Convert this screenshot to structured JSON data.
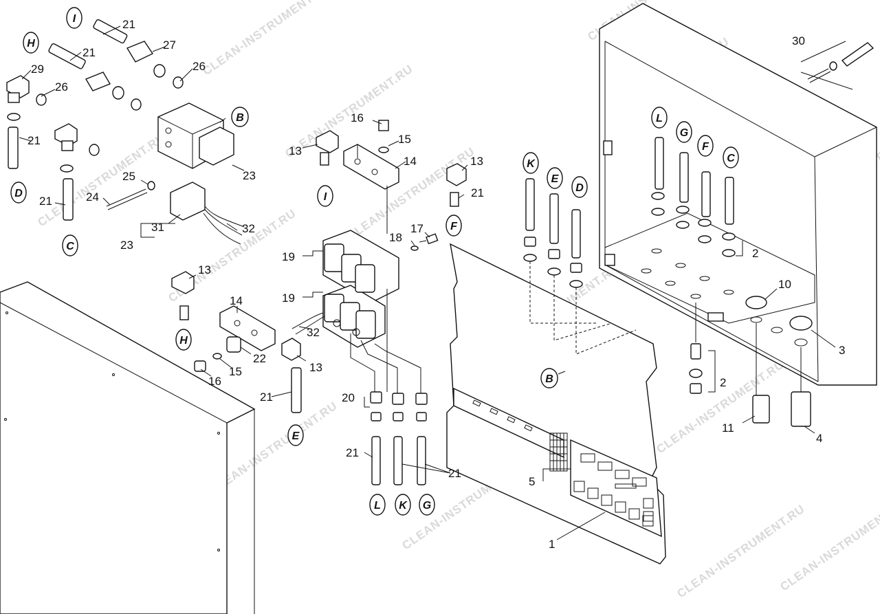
{
  "watermark": "CLEAN-INSTRUMENT.RU",
  "callouts": [
    {
      "n": "1"
    },
    {
      "n": "2"
    },
    {
      "n": "2"
    },
    {
      "n": "3"
    },
    {
      "n": "4"
    },
    {
      "n": "5"
    },
    {
      "n": "10"
    },
    {
      "n": "11"
    },
    {
      "n": "13"
    },
    {
      "n": "13"
    },
    {
      "n": "13"
    },
    {
      "n": "13"
    },
    {
      "n": "14"
    },
    {
      "n": "14"
    },
    {
      "n": "15"
    },
    {
      "n": "15"
    },
    {
      "n": "16"
    },
    {
      "n": "16"
    },
    {
      "n": "17"
    },
    {
      "n": "18"
    },
    {
      "n": "19"
    },
    {
      "n": "19"
    },
    {
      "n": "20"
    },
    {
      "n": "21"
    },
    {
      "n": "21"
    },
    {
      "n": "21"
    },
    {
      "n": "21"
    },
    {
      "n": "21"
    },
    {
      "n": "21"
    },
    {
      "n": "21"
    },
    {
      "n": "21"
    },
    {
      "n": "22"
    },
    {
      "n": "23"
    },
    {
      "n": "23"
    },
    {
      "n": "24"
    },
    {
      "n": "25"
    },
    {
      "n": "26"
    },
    {
      "n": "26"
    },
    {
      "n": "27"
    },
    {
      "n": "29"
    },
    {
      "n": "30"
    },
    {
      "n": "31"
    },
    {
      "n": "32"
    },
    {
      "n": "32"
    }
  ],
  "connectors": [
    {
      "letter": "I"
    },
    {
      "letter": "H"
    },
    {
      "letter": "B"
    },
    {
      "letter": "D"
    },
    {
      "letter": "C"
    },
    {
      "letter": "I"
    },
    {
      "letter": "F"
    },
    {
      "letter": "H"
    },
    {
      "letter": "E"
    },
    {
      "letter": "L"
    },
    {
      "letter": "K"
    },
    {
      "letter": "G"
    },
    {
      "letter": "K"
    },
    {
      "letter": "E"
    },
    {
      "letter": "D"
    },
    {
      "letter": "L"
    },
    {
      "letter": "G"
    },
    {
      "letter": "F"
    },
    {
      "letter": "C"
    },
    {
      "letter": "B"
    }
  ]
}
